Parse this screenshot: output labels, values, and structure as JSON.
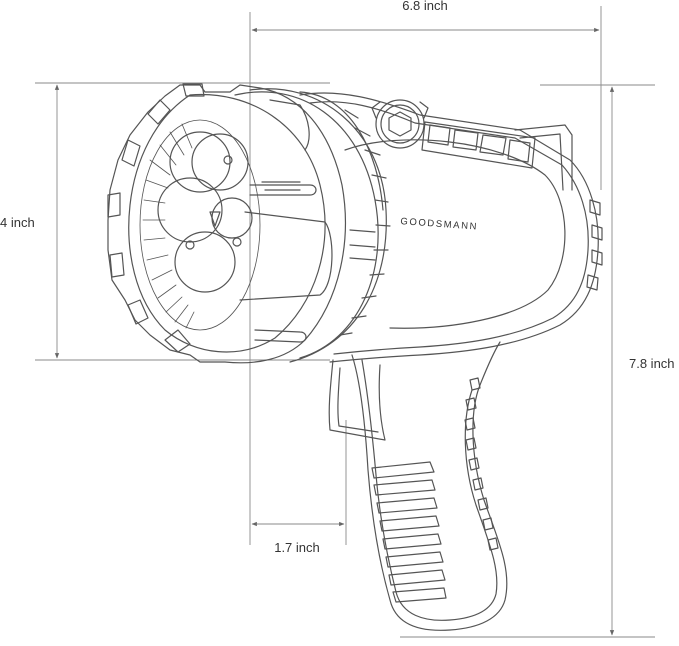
{
  "dimensions": {
    "width": "6.8 inch",
    "head_height": "4 inch",
    "total_height": "7.8 inch",
    "grip_depth": "1.7 inch"
  },
  "brand": "GOODSMANN",
  "colors": {
    "line": "#555555",
    "dim_line": "#888888",
    "text": "#333333",
    "background": "#ffffff"
  },
  "icons": {
    "battery_indicator": "battery-level-icon",
    "power_button": "hex-power-button-icon"
  }
}
